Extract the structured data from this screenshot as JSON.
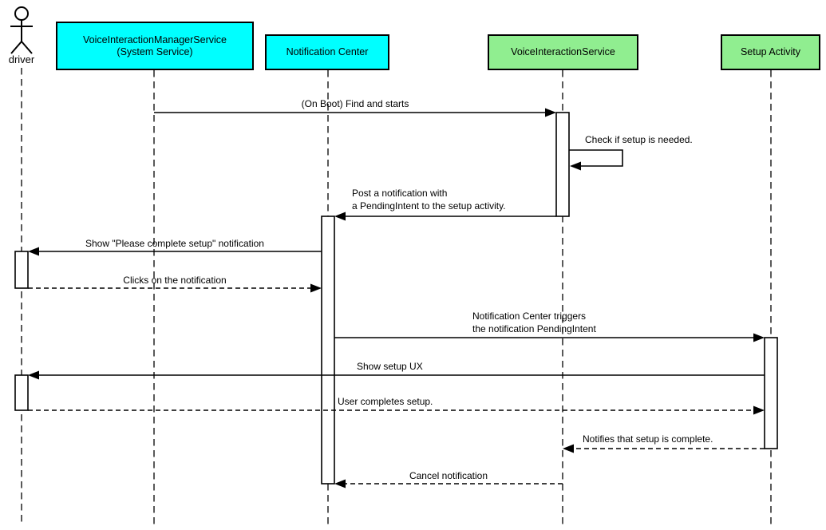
{
  "diagram_type": "uml-sequence",
  "colors": {
    "system_participant": "#00FFFF",
    "app_participant": "#90EE90",
    "line": "#000000",
    "background": "#FFFFFF"
  },
  "actor": {
    "label": "driver"
  },
  "participants": [
    {
      "id": "voice-interaction-manager-service",
      "label": "VoiceInteractionManagerService\n(System Service)",
      "color": "#00FFFF"
    },
    {
      "id": "notification-center",
      "label": "Notification Center",
      "color": "#00FFFF"
    },
    {
      "id": "voice-interaction-service",
      "label": "VoiceInteractionService",
      "color": "#90EE90"
    },
    {
      "id": "setup-activity",
      "label": "Setup Activity",
      "color": "#90EE90"
    }
  ],
  "messages": [
    {
      "text": "(On Boot) Find and starts",
      "from": "voice-interaction-manager-service",
      "to": "voice-interaction-service",
      "style": "solid"
    },
    {
      "text": "Check if setup is needed.",
      "from": "voice-interaction-service",
      "to": "voice-interaction-service",
      "style": "solid",
      "self_message": true
    },
    {
      "text": "Post a notification with\na PendingIntent to the setup activity.",
      "from": "voice-interaction-service",
      "to": "notification-center",
      "style": "solid"
    },
    {
      "text": "Show \"Please complete setup\" notification",
      "from": "notification-center",
      "to": "driver",
      "style": "solid"
    },
    {
      "text": "Clicks on the notification",
      "from": "driver",
      "to": "notification-center",
      "style": "dashed"
    },
    {
      "text": "Notification Center triggers\nthe notification PendingIntent",
      "from": "notification-center",
      "to": "setup-activity",
      "style": "solid"
    },
    {
      "text": "Show setup UX",
      "from": "setup-activity",
      "to": "driver",
      "style": "solid"
    },
    {
      "text": "User completes setup.",
      "from": "driver",
      "to": "setup-activity",
      "style": "dashed"
    },
    {
      "text": "Notifies that setup is complete.",
      "from": "setup-activity",
      "to": "voice-interaction-service",
      "style": "dashed"
    },
    {
      "text": "Cancel notification",
      "from": "voice-interaction-service",
      "to": "notification-center",
      "style": "dashed"
    }
  ]
}
